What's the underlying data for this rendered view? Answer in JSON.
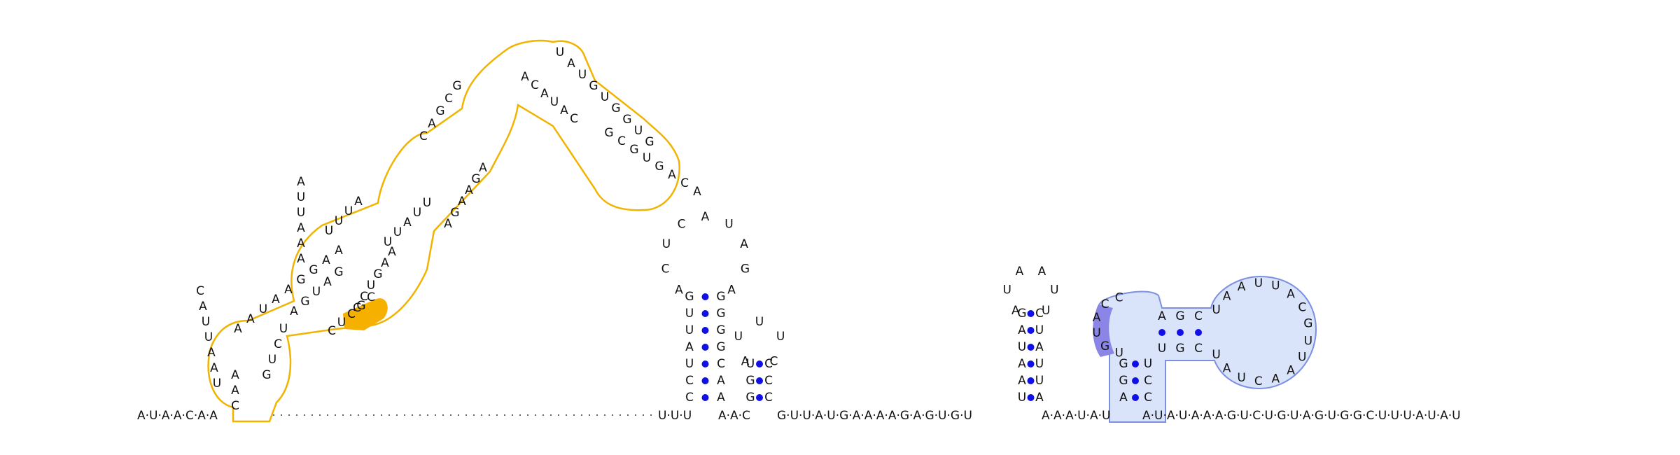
{
  "colors": {
    "highlight_yellow_stroke": "#f0b400",
    "highlight_yellow_fill": "#f5b000",
    "highlight_blue_stroke": "#7c8fe0",
    "highlight_blue_fill": "#d9e4fb",
    "highlight_blue_dark": "#8b86e6",
    "basepair_dot": "#1010e6",
    "backbone": "#222222"
  },
  "backbone_left": "A·U·A·A·C·A·A",
  "backbone_middle_1": "U·U·U",
  "backbone_middle_2": "A·A·C",
  "backbone_middle_3": "G·U·U·A·U·G·A·A·A·A·G·A·G·U·G·U",
  "backbone_middle_4": "A·A·A·U·A·U",
  "backbone_right": "A·U·A·U·A·A·A·G·U·C·U·G·U·A·G·U·G·G·C·U·U·U·A·U·A·U",
  "stem_a": {
    "left_strand": [
      "C",
      "C",
      "U",
      "A",
      "U",
      "U",
      "G"
    ],
    "right_strand": [
      "A",
      "A",
      "C",
      "G",
      "G",
      "G",
      "G"
    ],
    "loop": [
      "A",
      "C",
      "U",
      "C",
      "A",
      "U",
      "A",
      "G",
      "A"
    ]
  },
  "stem_b": {
    "left_strand": [
      "G",
      "G",
      "U"
    ],
    "right_strand": [
      "C",
      "C",
      "C"
    ],
    "loop": [
      "A",
      "U",
      "U",
      "U",
      "C"
    ]
  },
  "stem_c": {
    "left_strand": [
      "U",
      "A",
      "A",
      "U",
      "A",
      "G"
    ],
    "right_strand": [
      "A",
      "U",
      "U",
      "A",
      "U",
      "C"
    ],
    "loop": [
      "A",
      "U",
      "A",
      "A",
      "U",
      "U"
    ]
  },
  "stem_d": {
    "left_strand": [
      "A",
      "G",
      "G"
    ],
    "right_strand": [
      "C",
      "C",
      "U"
    ],
    "inner_left": [
      "U",
      "G",
      "C"
    ],
    "inner_right": [
      "A",
      "G",
      "C"
    ],
    "junction": [
      "U",
      "G",
      "U",
      "A",
      "C",
      "C"
    ],
    "loop": [
      "U",
      "A",
      "A",
      "U",
      "U",
      "A",
      "C",
      "G",
      "U",
      "U",
      "A",
      "A",
      "C",
      "U",
      "A",
      "U"
    ]
  },
  "big_domain": {
    "segments": [
      "C·A·A",
      "U·A·A·U·U·A·C",
      "A·A·U·A·A·G·G·A·A",
      "A·G·U·A·G",
      "A·A·A·U·U·A",
      "U·U·U·A",
      "C·A·G·C·G",
      "U·A·U·G·U·G·G·U·G",
      "G·C·G·U·G·A·C·A",
      "C·A·U·A·C·A",
      "A·G·A·A·G·A",
      "U·U·A·U·U",
      "A·A·G·U·C·C",
      "C·G·C·U·C",
      "U·C·U·G"
    ]
  }
}
